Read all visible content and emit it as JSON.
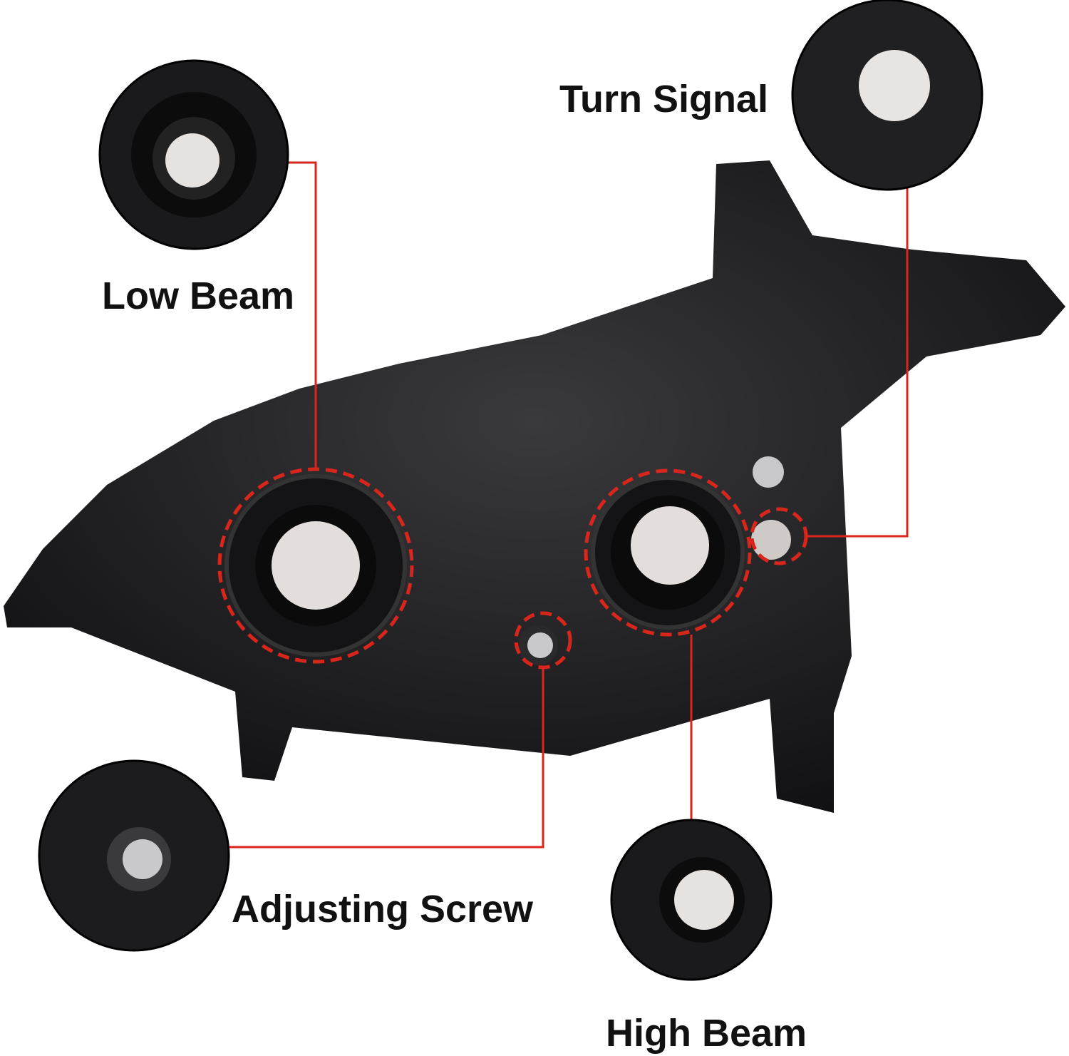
{
  "callouts": {
    "turn_signal": {
      "label": "Turn Signal"
    },
    "low_beam": {
      "label": "Low Beam"
    },
    "adjusting_screw": {
      "label": "Adjusting Screw"
    },
    "high_beam": {
      "label": "High Beam"
    }
  },
  "colors": {
    "callout_line": "#d9261c",
    "housing": "#1c1c1e",
    "bulb": "#e8e4e2",
    "label": "#111111"
  }
}
